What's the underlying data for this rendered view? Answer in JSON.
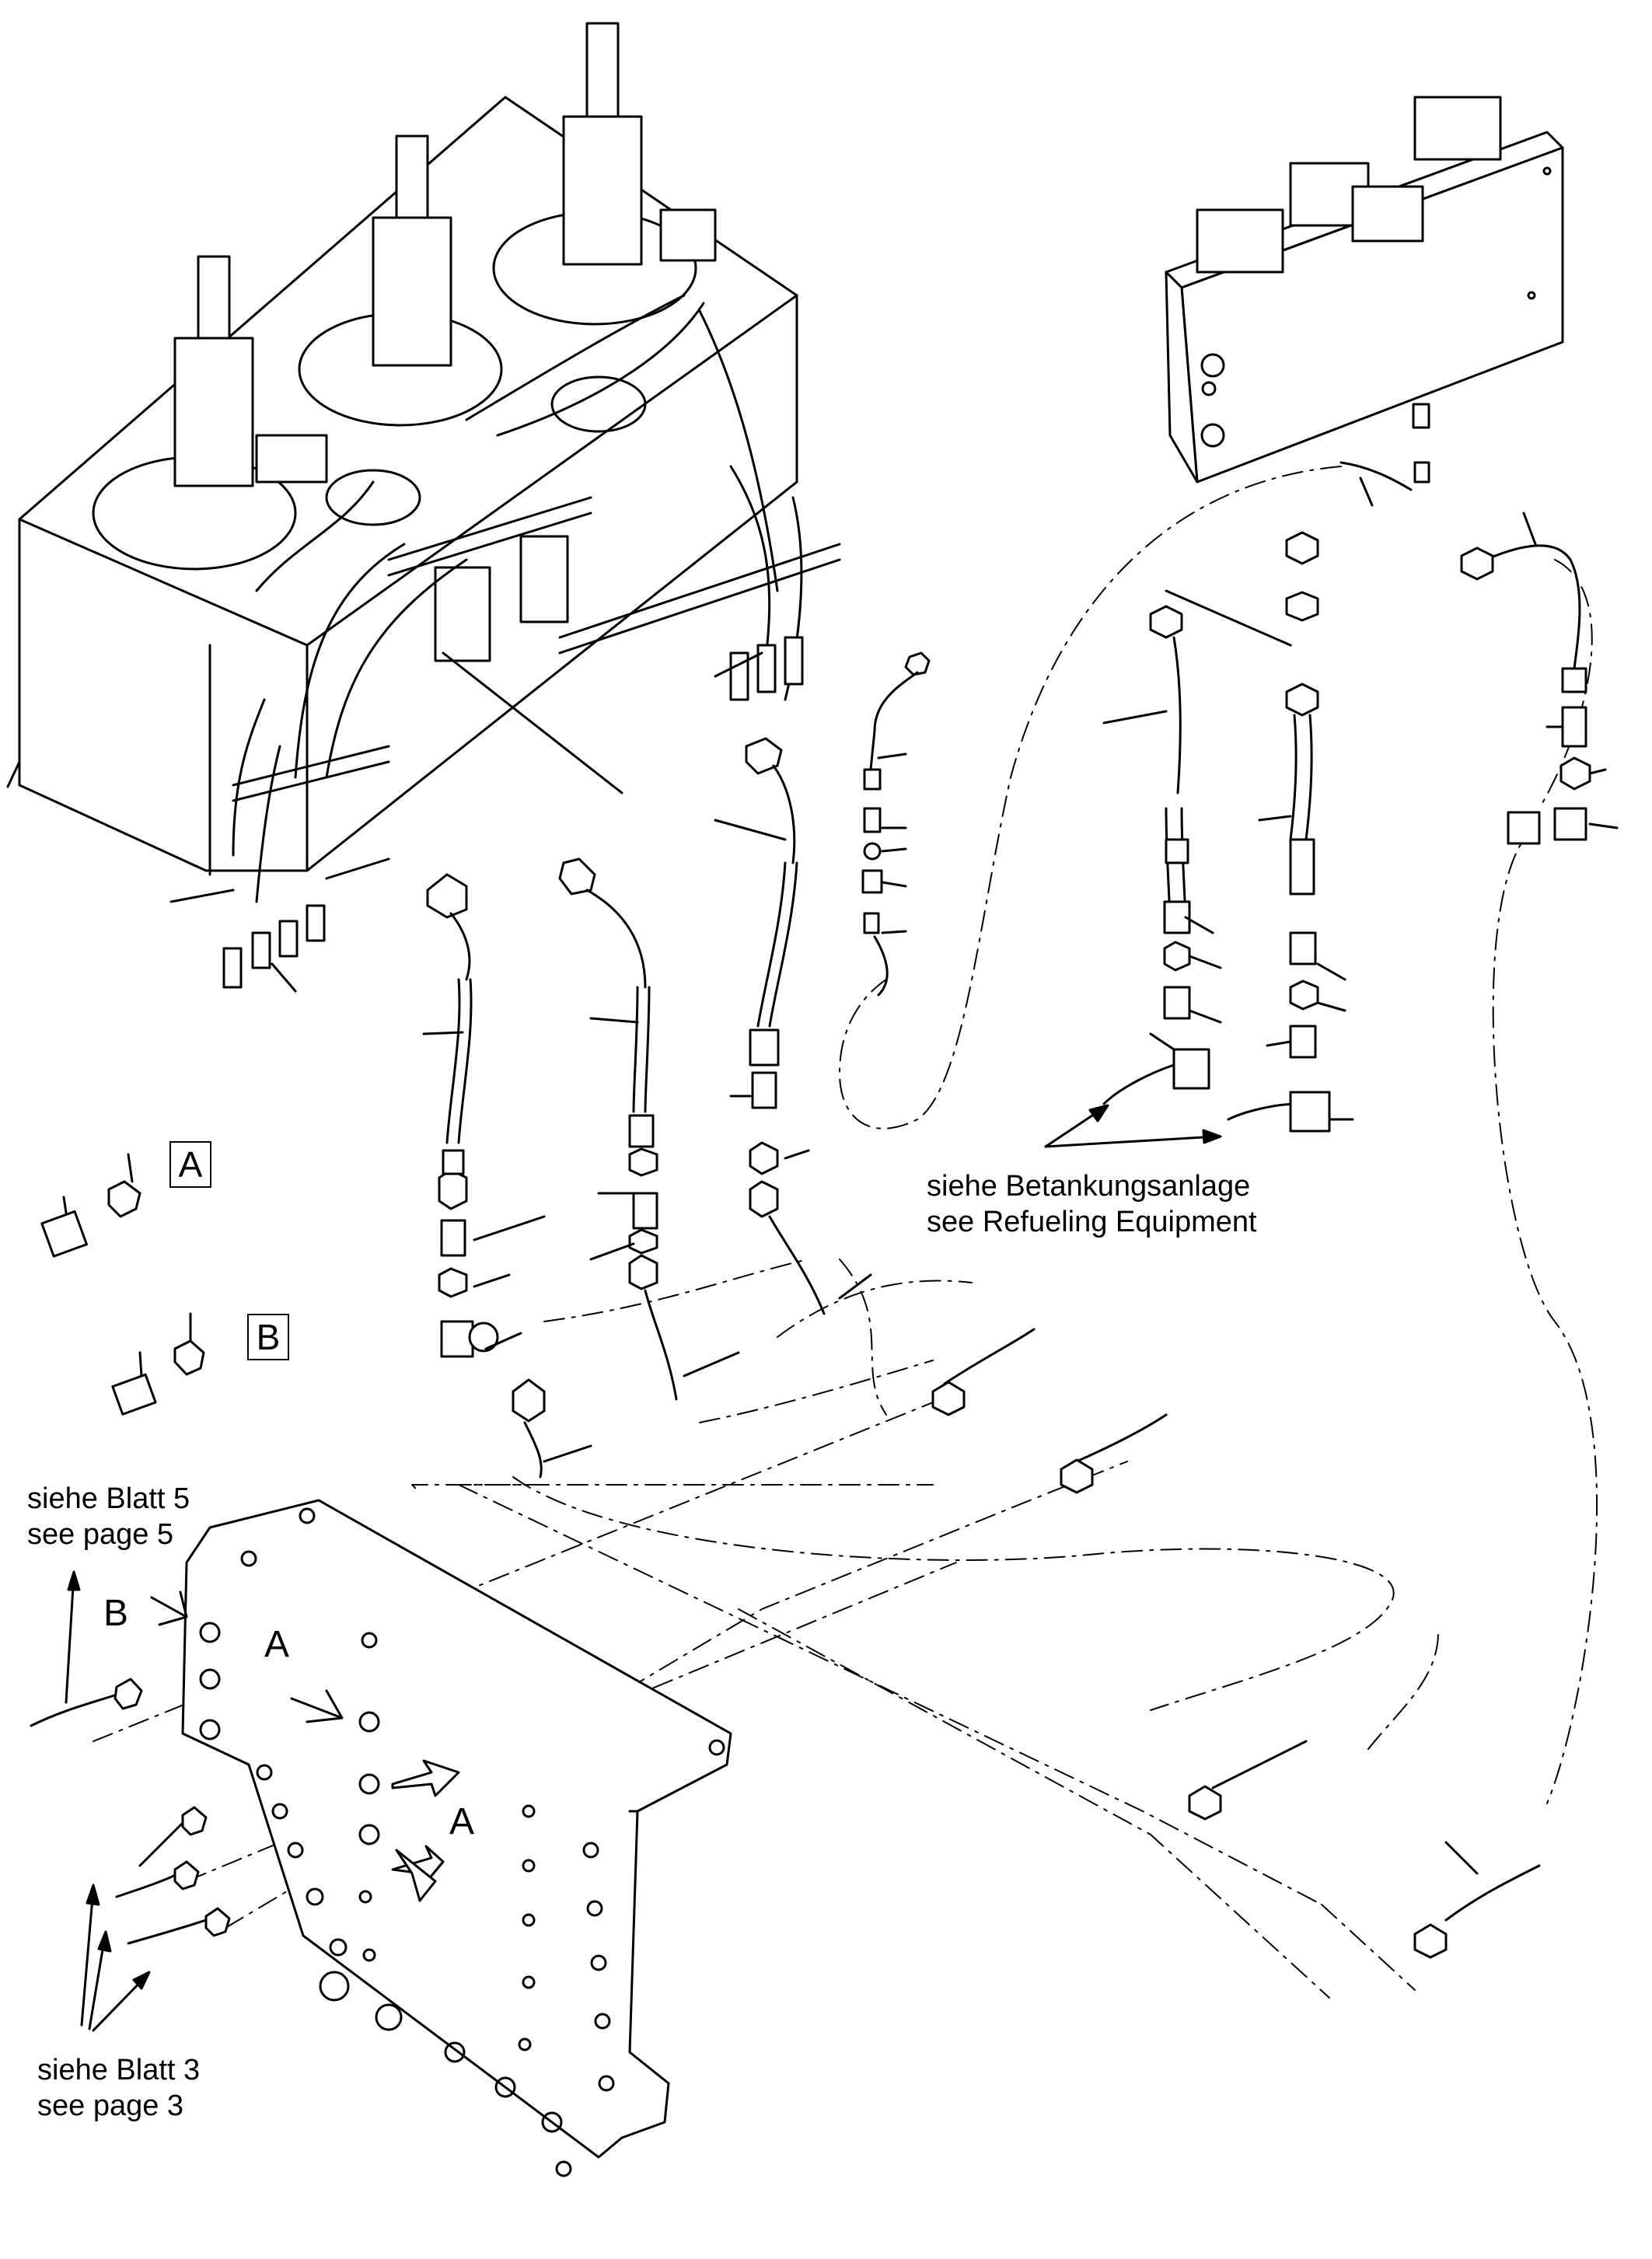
{
  "labels": {
    "detail_a": "A",
    "detail_b": "B",
    "marker_b": "B",
    "marker_a_upper": "A",
    "marker_a_lower": "A"
  },
  "notes": {
    "refueling": {
      "line1": "siehe Betankungsanlage",
      "line2": "see Refueling Equipment"
    },
    "page5": {
      "line1": "siehe Blatt 5",
      "line2": "see page 5"
    },
    "page3": {
      "line1": "siehe Blatt 3",
      "line2": "see page 3"
    }
  },
  "colors": {
    "line": "#000000",
    "background": "#ffffff"
  }
}
